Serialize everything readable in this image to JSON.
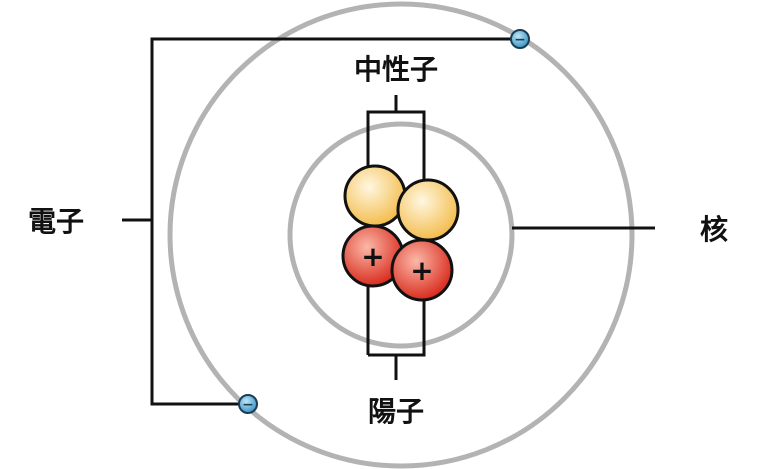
{
  "title": "Atom structure diagram",
  "labels": {
    "neutron": "中性子",
    "proton": "陽子",
    "electron": "電子",
    "nucleus": "核"
  },
  "symbols": {
    "proton_sign": "+",
    "electron_sign": "−"
  },
  "colors": {
    "orbit": "#b3b3b3",
    "neutron": "#f5c45a",
    "proton": "#e0392b",
    "electron": "#4aa3d0",
    "line": "#111111"
  }
}
